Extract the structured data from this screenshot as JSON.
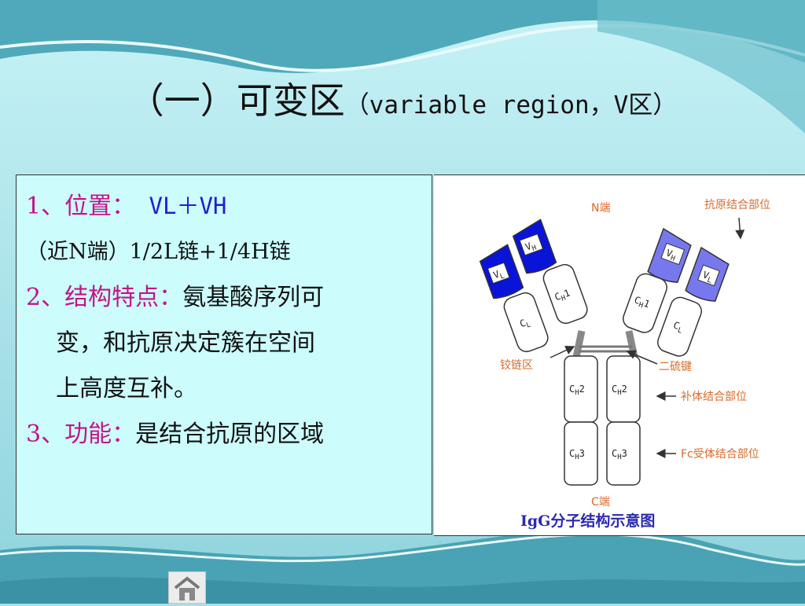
{
  "slide": {
    "title_zh": "（一）可变区",
    "title_en": "（variable region，V区）",
    "points": [
      {
        "num": "1、",
        "head": "位置：",
        "value": " VL＋VH"
      },
      {
        "text": "（近N端）1/2L链+1/4H链"
      },
      {
        "num": "2、",
        "head": "结构特点：",
        "text": "氨基酸序列可"
      },
      {
        "text": "变，和抗原决定簇在空间"
      },
      {
        "text": "上高度互补。"
      },
      {
        "num": "3、",
        "head": "功能：",
        "text": "是结合抗原的区域"
      }
    ]
  },
  "figure": {
    "caption": "IgG分子结构示意图",
    "labels": {
      "n_terminal": "N端",
      "c_terminal": "C端",
      "antigen_binding_site": "抗原结合部位",
      "hinge": "铰链区",
      "disulfide": "二硫键",
      "complement_binding_site": "补体结合部位",
      "fc_receptor_binding_site": "Fc受体结合部位"
    },
    "domains": {
      "VL": {
        "main": "V",
        "sub": "L"
      },
      "VH": {
        "main": "V",
        "sub": "H"
      },
      "CL": {
        "main": "C",
        "sub": "L"
      },
      "CH1": {
        "main": "C",
        "sub": "H",
        "suffix": "1"
      },
      "CH2": {
        "main": "C",
        "sub": "H",
        "suffix": "2"
      },
      "CH3": {
        "main": "C",
        "sub": "H",
        "suffix": "3"
      }
    },
    "colors": {
      "v_left": "#0a14d8",
      "v_right": "#7878ee",
      "label_orange": "#d96a2a",
      "caption": "#2a2ab0"
    }
  },
  "nav": {
    "home_icon": "home-icon"
  }
}
